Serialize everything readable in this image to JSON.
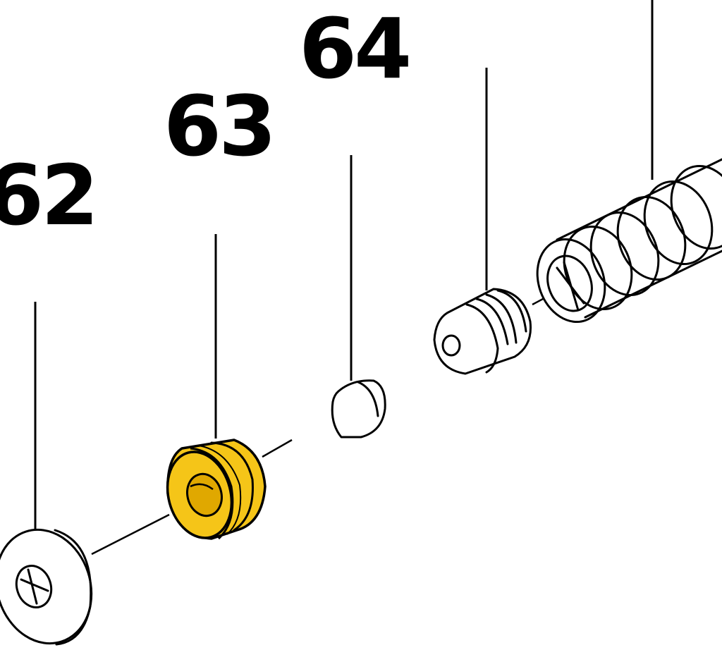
{
  "labels": {
    "part_62": "62",
    "part_63": "63",
    "part_64": "64"
  },
  "colors": {
    "highlight": "#F5C518",
    "highlight_dark": "#E0A800",
    "stroke": "#000000",
    "background": "#FFFFFF"
  }
}
